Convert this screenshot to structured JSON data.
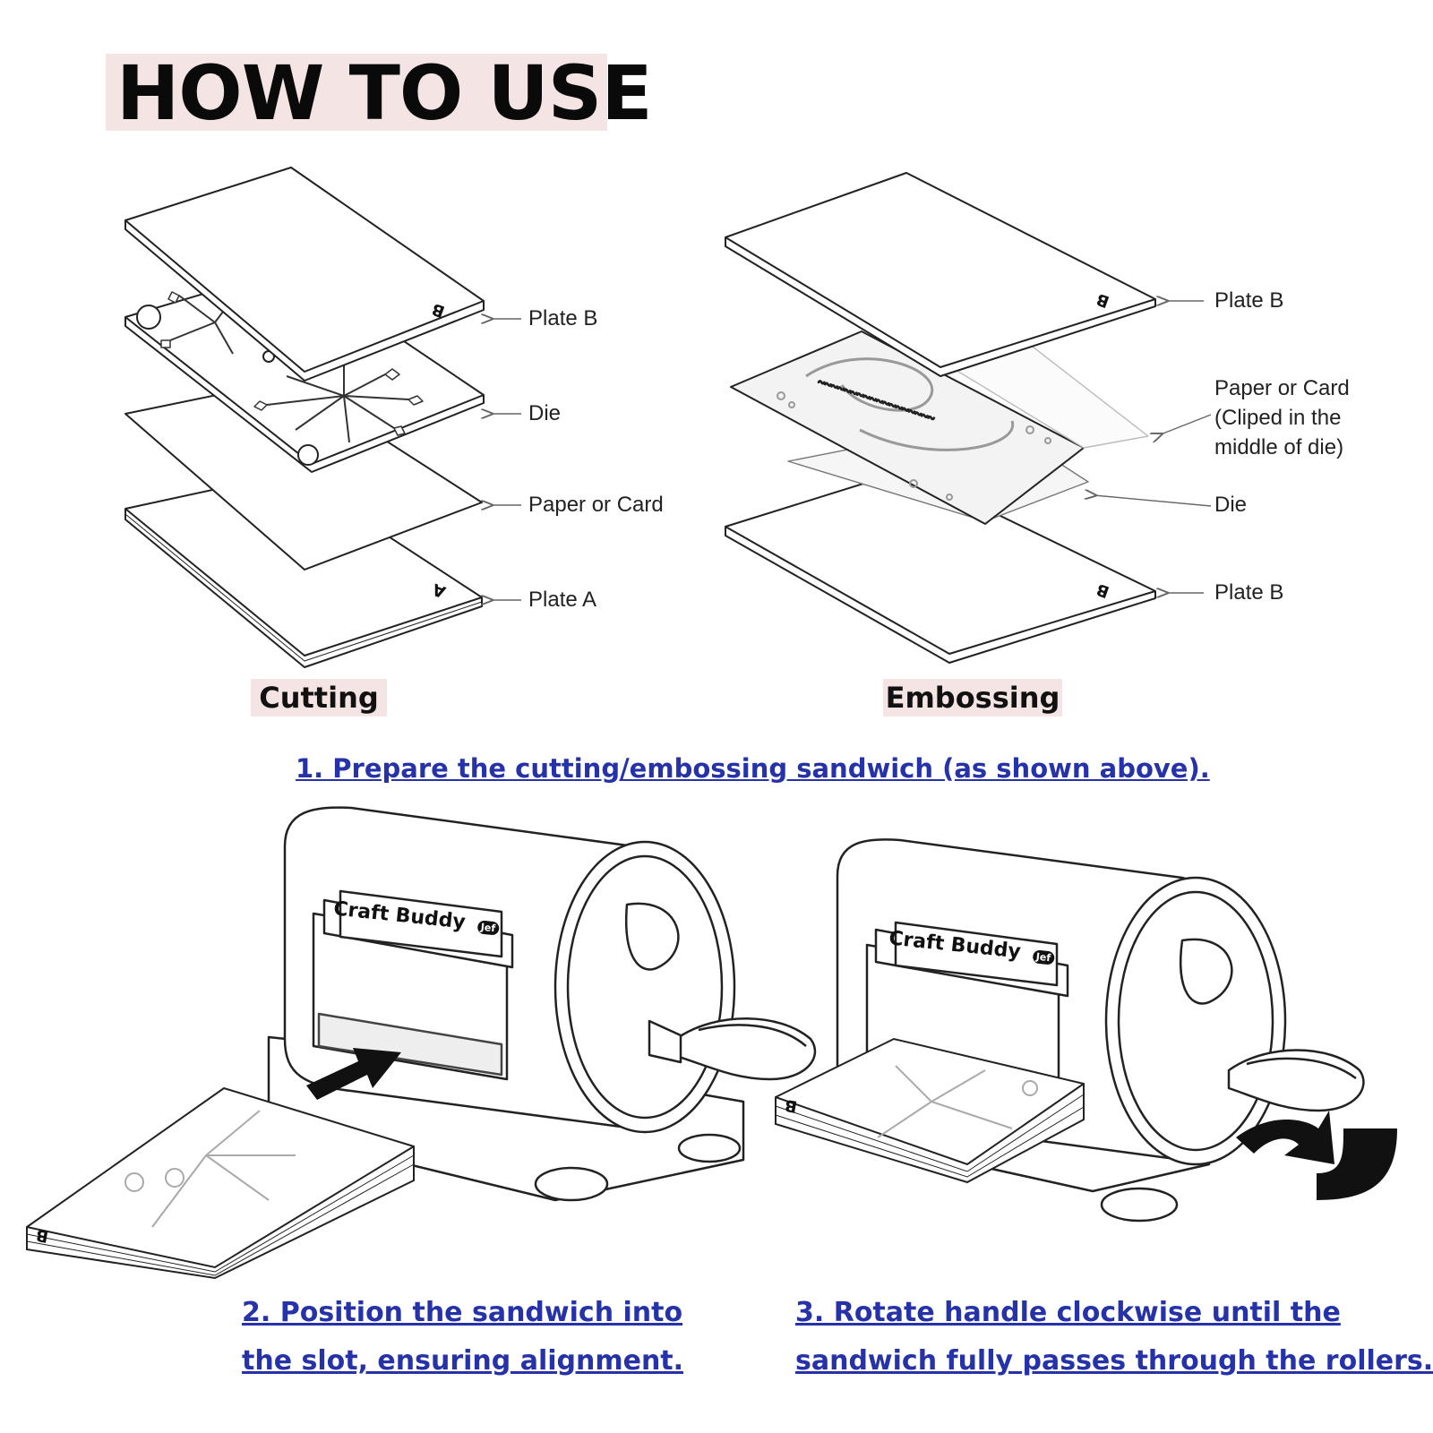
{
  "header": {
    "title": "HOW TO USE"
  },
  "cutting": {
    "caption": "Cutting",
    "labels": [
      "Plate B",
      "Die",
      "Paper or Card",
      "Plate A"
    ],
    "plate_marks": [
      "B",
      "A"
    ]
  },
  "embossing": {
    "caption": "Embossing",
    "labels": [
      "Plate B",
      "Paper or Card",
      "(Cliped in the",
      "middle of die)",
      "Die",
      "Plate B"
    ],
    "plate_marks": [
      "B",
      "B"
    ]
  },
  "machine": {
    "brand": "Craft Buddy",
    "badge": "Jef"
  },
  "steps": {
    "step1": "1. Prepare the cutting/embossing sandwich (as shown above).",
    "step2_line1": "2. Position the sandwich into",
    "step2_line2": "the slot, ensuring alignment.",
    "step3_line1": "3. Rotate handle clockwise until the",
    "step3_line2": "sandwich fully passes through the rollers."
  },
  "colors": {
    "accent_bg": "#f4e4e4",
    "step_text": "#2532a8"
  }
}
